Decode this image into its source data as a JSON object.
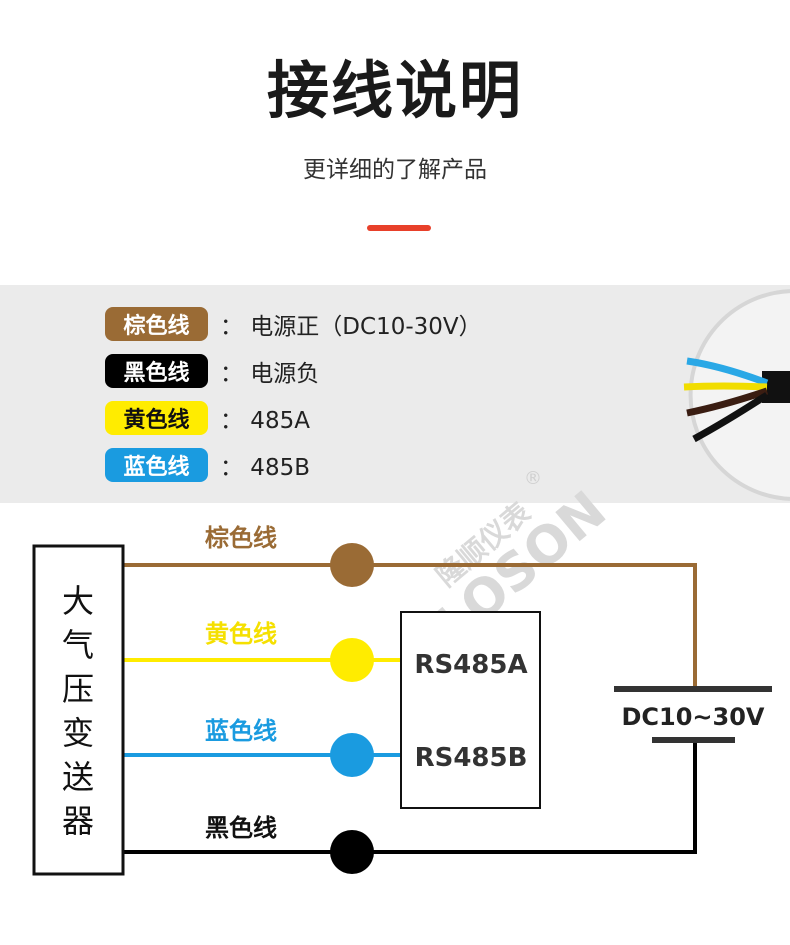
{
  "header": {
    "title": "接线说明",
    "subtitle": "更详细的了解产品"
  },
  "legend": [
    {
      "badge": "棕色线",
      "desc": "：  电源正（DC10-30V）",
      "color": "#9a6b35",
      "text_color": "#ffffff"
    },
    {
      "badge": "黑色线",
      "desc": "：  电源负",
      "color": "#000000",
      "text_color": "#ffffff"
    },
    {
      "badge": "黄色线",
      "desc": "：  485A",
      "color": "#ffec00",
      "text_color": "#111111"
    },
    {
      "badge": "蓝色线",
      "desc": "：  485B",
      "color": "#1a9be0",
      "text_color": "#ffffff"
    }
  ],
  "watermark": {
    "cn": "隆顺仪表",
    "en": "LOSON",
    "mark": "®"
  },
  "diagram": {
    "device": [
      "大",
      "气",
      "压",
      "变",
      "送",
      "器"
    ],
    "wires": {
      "brown": "棕色线",
      "yellow": "黄色线",
      "blue": "蓝色线",
      "black": "黑色线"
    },
    "rs485": {
      "a": "RS485A",
      "b": "RS485B"
    },
    "power": "DC10~30V"
  }
}
